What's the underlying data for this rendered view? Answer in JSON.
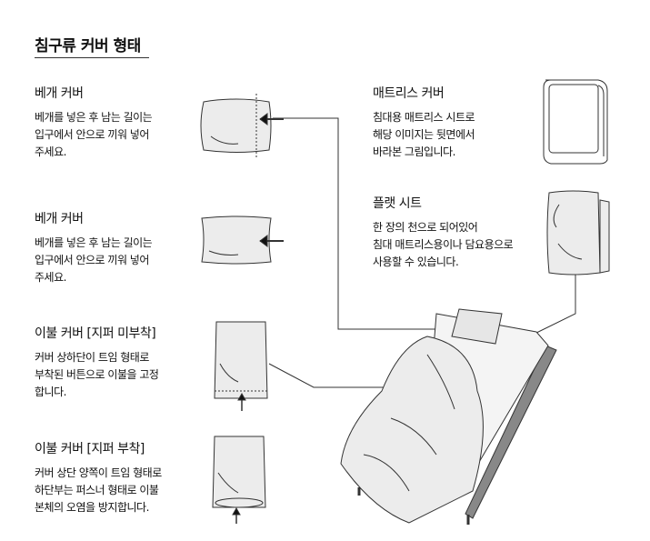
{
  "title": "침구류 커버 형태",
  "sections": [
    {
      "heading": "베개 커버",
      "lines": [
        "베개를 넣은 후 남는 길이는",
        "입구에서 안으로 끼워 넣어",
        "주세요."
      ]
    },
    {
      "heading": "베개 커버",
      "lines": [
        "베개를 넣은 후 남는 길이는",
        "입구에서 안으로 끼워 넣어",
        "주세요."
      ]
    },
    {
      "heading": "이불 커버 [지퍼 미부착]",
      "lines": [
        "커버 상하단이 트임 형태로",
        "부착된 버튼으로 이불을 고정",
        "합니다."
      ]
    },
    {
      "heading": "이불 커버  [지퍼 부착]",
      "lines": [
        "커버 상단 양쪽이 트임 형태로",
        "하단부는 퍼스너 형태로 이불",
        "본체의 오염을 방지합니다."
      ]
    },
    {
      "heading": "매트리스 커버",
      "lines": [
        "침대용 매트리스 시트로",
        "해당 이미지는 뒷면에서",
        "바라본 그림입니다."
      ]
    },
    {
      "heading": "플랫 시트",
      "lines": [
        "한 장의 천으로 되어있어",
        "침대 매트리스용이나 담요용으로",
        "사용할 수 있습니다."
      ]
    }
  ],
  "colors": {
    "line": "#333333",
    "fill": "#ececec"
  }
}
